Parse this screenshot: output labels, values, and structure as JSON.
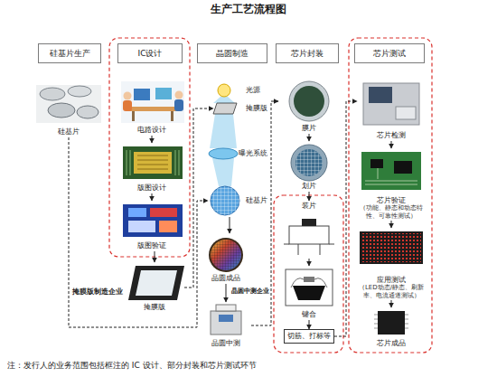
{
  "diagram": {
    "title": "生产工艺流程图",
    "caption": "注：发行人的业务范围包括框注的 IC 设计、部分封装和芯片测试环节",
    "nodes": [
      {
        "text": [
          "硅基片生产"
        ]
      },
      {
        "text": [
          "IC设计"
        ]
      },
      {
        "text": [
          "晶圆制造"
        ]
      },
      {
        "text": [
          "芯片封装"
        ]
      },
      {
        "text": [
          "芯片测试"
        ]
      },
      {
        "text": [
          "硅基片"
        ]
      },
      {
        "text": [
          "电路设计"
        ]
      },
      {
        "text": [
          "版图设计"
        ]
      },
      {
        "text": [
          "版图验证"
        ]
      },
      {
        "text": [
          "掩膜版"
        ]
      },
      {
        "text": [
          "光源"
        ]
      },
      {
        "text": [
          "掩膜版"
        ]
      },
      {
        "text": [
          "曝光系统"
        ]
      },
      {
        "text": [
          "硅基片"
        ]
      },
      {
        "text": [
          "晶圆成品"
        ]
      },
      {
        "text": [
          "晶圆中测"
        ]
      },
      {
        "text": [
          "膜片"
        ]
      },
      {
        "text": [
          "划片"
        ]
      },
      {
        "text": [
          "装片"
        ]
      },
      {
        "text": [
          "键合"
        ]
      },
      {
        "text": [
          "切筋、打标等"
        ]
      },
      {
        "text": [
          "芯片检测"
        ]
      },
      {
        "text": [
          "芯片验证",
          "（功能、静态和动态特性、可靠性测试）"
        ]
      },
      {
        "text": [
          "应用测试",
          "（LED动态/静态、刷新率、电流通道测试）"
        ]
      },
      {
        "text": [
          "芯片成品"
        ]
      }
    ],
    "edges": [
      {
        "from": 6,
        "to": 7,
        "arrow": "to"
      },
      {
        "from": 7,
        "to": 8,
        "arrow": "to"
      },
      {
        "from": 8,
        "to": 9,
        "arrow": "to"
      },
      {
        "from": 9,
        "to": 11,
        "arrow": "to"
      },
      {
        "from": 5,
        "to": 13,
        "arrow": "to"
      },
      {
        "from": 13,
        "to": 14,
        "arrow": "to"
      },
      {
        "from": 14,
        "to": 15,
        "arrow": "to"
      },
      {
        "from": 15,
        "to": 16,
        "arrow": "to"
      },
      {
        "from": 16,
        "to": 17,
        "arrow": "to"
      },
      {
        "from": 17,
        "to": 18,
        "arrow": "to"
      },
      {
        "from": 18,
        "to": 19,
        "arrow": "to"
      },
      {
        "from": 19,
        "to": 20,
        "arrow": "to"
      },
      {
        "from": 20,
        "to": 21,
        "arrow": "to"
      },
      {
        "from": 21,
        "to": 22,
        "arrow": "to"
      },
      {
        "from": 22,
        "to": 23,
        "arrow": "to"
      },
      {
        "from": 23,
        "to": 24,
        "arrow": "to"
      }
    ],
    "labels": [
      "掩膜版制造企业",
      "晶圆中测企业"
    ]
  }
}
